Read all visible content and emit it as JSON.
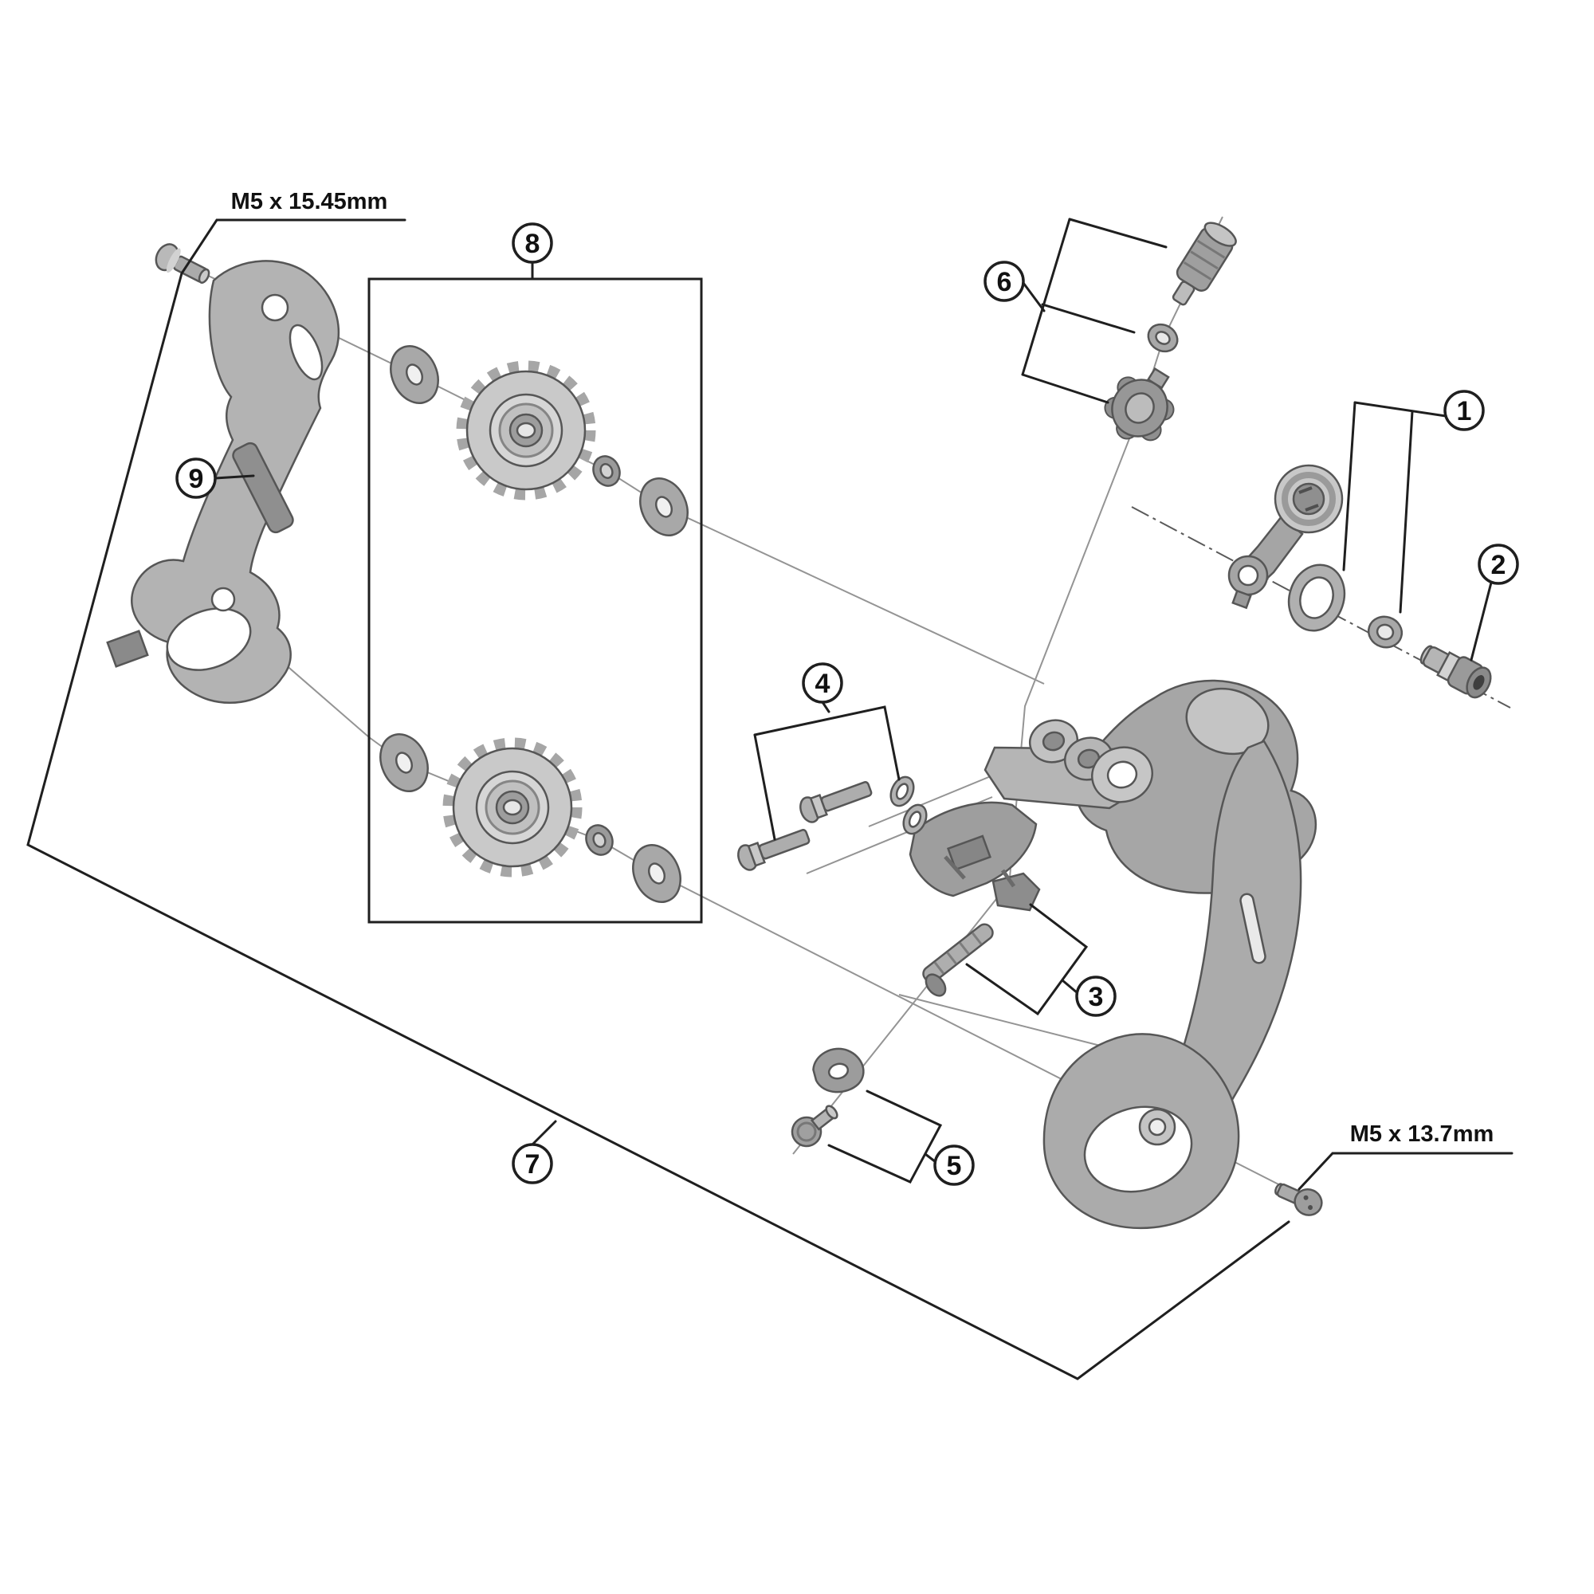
{
  "title": "Rear derailleur exploded parts diagram",
  "colors": {
    "background": "#ffffff",
    "outline": "#565656",
    "callout_line": "#1f1f1f",
    "axis_line": "#949494",
    "part_fill_light": "#c7c7c7",
    "part_fill_mid": "#a8a8a8",
    "part_fill_dark": "#8d8d8d"
  },
  "labels": {
    "upper_bolt": "M5 x 15.45mm",
    "lower_bolt": "M5 x 13.7mm"
  },
  "callouts": [
    {
      "id": 1,
      "label": "1",
      "part": "bracket-axle-unit"
    },
    {
      "id": 2,
      "label": "2",
      "part": "bracket-bolt"
    },
    {
      "id": 3,
      "label": "3",
      "part": "cable-fixing-bolt-and-spring"
    },
    {
      "id": 4,
      "label": "4",
      "part": "pulley-bolts"
    },
    {
      "id": 5,
      "label": "5",
      "part": "cable-guide-plate-and-bolt"
    },
    {
      "id": 6,
      "label": "6",
      "part": "cable-adjusting-bolt-unit"
    },
    {
      "id": 7,
      "label": "7",
      "part": "plate-assembly"
    },
    {
      "id": 8,
      "label": "8",
      "part": "guide-and-tension-pulley-set"
    },
    {
      "id": 9,
      "label": "9",
      "part": "inner-plate-protector"
    }
  ]
}
